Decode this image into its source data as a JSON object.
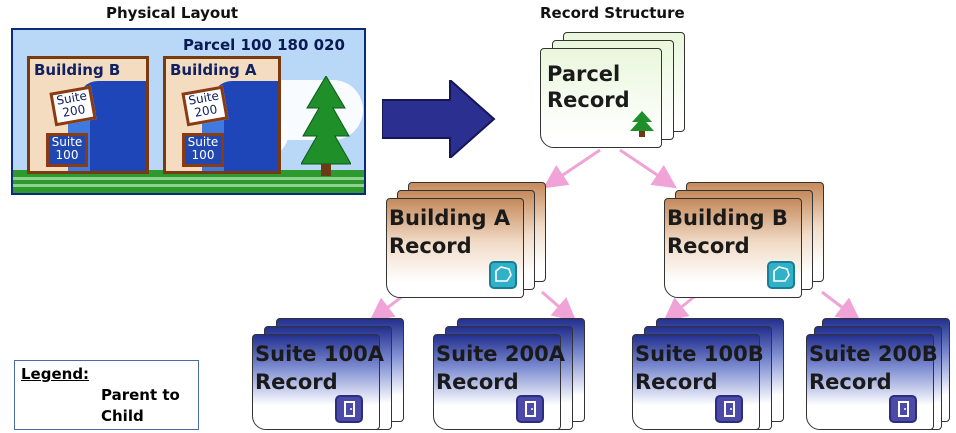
{
  "headers": {
    "physical_layout": "Physical Layout",
    "record_structure": "Record Structure"
  },
  "physical": {
    "parcel_label": "Parcel 100 180 020",
    "buildings": [
      {
        "label": "Building B",
        "suites": [
          "Suite\n200",
          "Suite\n100"
        ]
      },
      {
        "label": "Building A",
        "suites": [
          "Suite\n200",
          "Suite\n100"
        ]
      }
    ]
  },
  "records": {
    "parcel": {
      "line1": "Parcel",
      "line2": "Record",
      "icon": "tree-icon"
    },
    "buildings": [
      {
        "line1": "Building A",
        "line2": "Record",
        "icon": "building-icon"
      },
      {
        "line1": "Building B",
        "line2": "Record",
        "icon": "building-icon"
      }
    ],
    "suites": [
      {
        "line1": "Suite 100A",
        "line2": "Record",
        "icon": "door-icon"
      },
      {
        "line1": "Suite 200A",
        "line2": "Record",
        "icon": "door-icon"
      },
      {
        "line1": "Suite 100B",
        "line2": "Record",
        "icon": "door-icon"
      },
      {
        "line1": "Suite 200B",
        "line2": "Record",
        "icon": "door-icon"
      }
    ]
  },
  "legend": {
    "title": "Legend:",
    "line1": "Parent to",
    "line2": "Child"
  },
  "colors": {
    "arrow": "#2b2f8f",
    "connector": "#f0a3d6",
    "parcel_fill": "#e9f7dc",
    "building_fill": "#c58a5c",
    "suite_fill": "#23308f"
  }
}
